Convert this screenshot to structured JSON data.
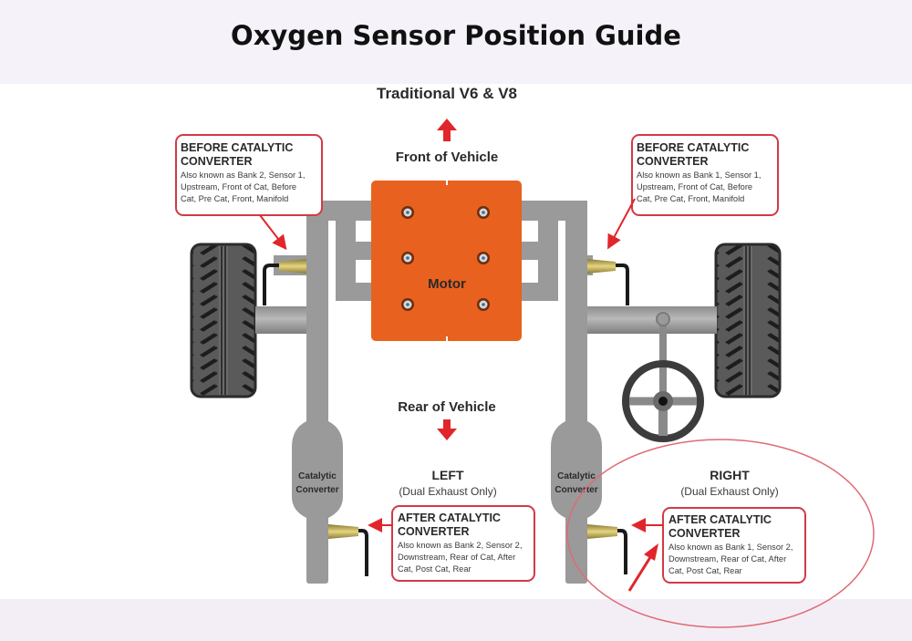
{
  "title": "Oxygen Sensor Position Guide",
  "diagram": {
    "subtitle": "Traditional V6 & V8",
    "front_label": "Front of Vehicle",
    "rear_label": "Rear of Vehicle",
    "motor_label": "Motor",
    "catalytic_left": [
      "Catalytic",
      "Converter"
    ],
    "catalytic_right": [
      "Catalytic",
      "Converter"
    ],
    "left_side": {
      "title": "LEFT",
      "note": "(Dual Exhaust Only)"
    },
    "right_side": {
      "title": "RIGHT",
      "note": "(Dual Exhaust Only)"
    },
    "callouts": {
      "before_left": {
        "title_lines": [
          "BEFORE CATALYTIC",
          "CONVERTER"
        ],
        "body_lines": [
          "Also known as Bank 2, Sensor 1,",
          "Upstream, Front of Cat, Before",
          "Cat, Pre Cat, Front, Manifold"
        ]
      },
      "before_right": {
        "title_lines": [
          "BEFORE CATALYTIC",
          "CONVERTER"
        ],
        "body_lines": [
          "Also known as Bank 1, Sensor 1,",
          "Upstream, Front of Cat, Before",
          "Cat, Pre Cat, Front, Manifold"
        ]
      },
      "after_left": {
        "title_lines": [
          "AFTER CATALYTIC",
          "CONVERTER"
        ],
        "body_lines": [
          "Also known as Bank 2, Sensor 2,",
          "Downstream, Rear of Cat, After",
          "Cat, Post Cat, Rear"
        ]
      },
      "after_right": {
        "title_lines": [
          "AFTER CATALYTIC",
          "CONVERTER"
        ],
        "body_lines": [
          "Also known as Bank 1, Sensor 2,",
          "Downstream, Rear of Cat, After",
          "Cat, Post Cat, Rear"
        ]
      }
    },
    "colors": {
      "accent_red": "#e0262b",
      "callout_border": "#d23a45",
      "motor_orange": "#e8611e",
      "pipe_gray": "#9a9a9a",
      "tire_dark": "#2b2b2b",
      "sensor_gold": "#d6c06a"
    }
  }
}
